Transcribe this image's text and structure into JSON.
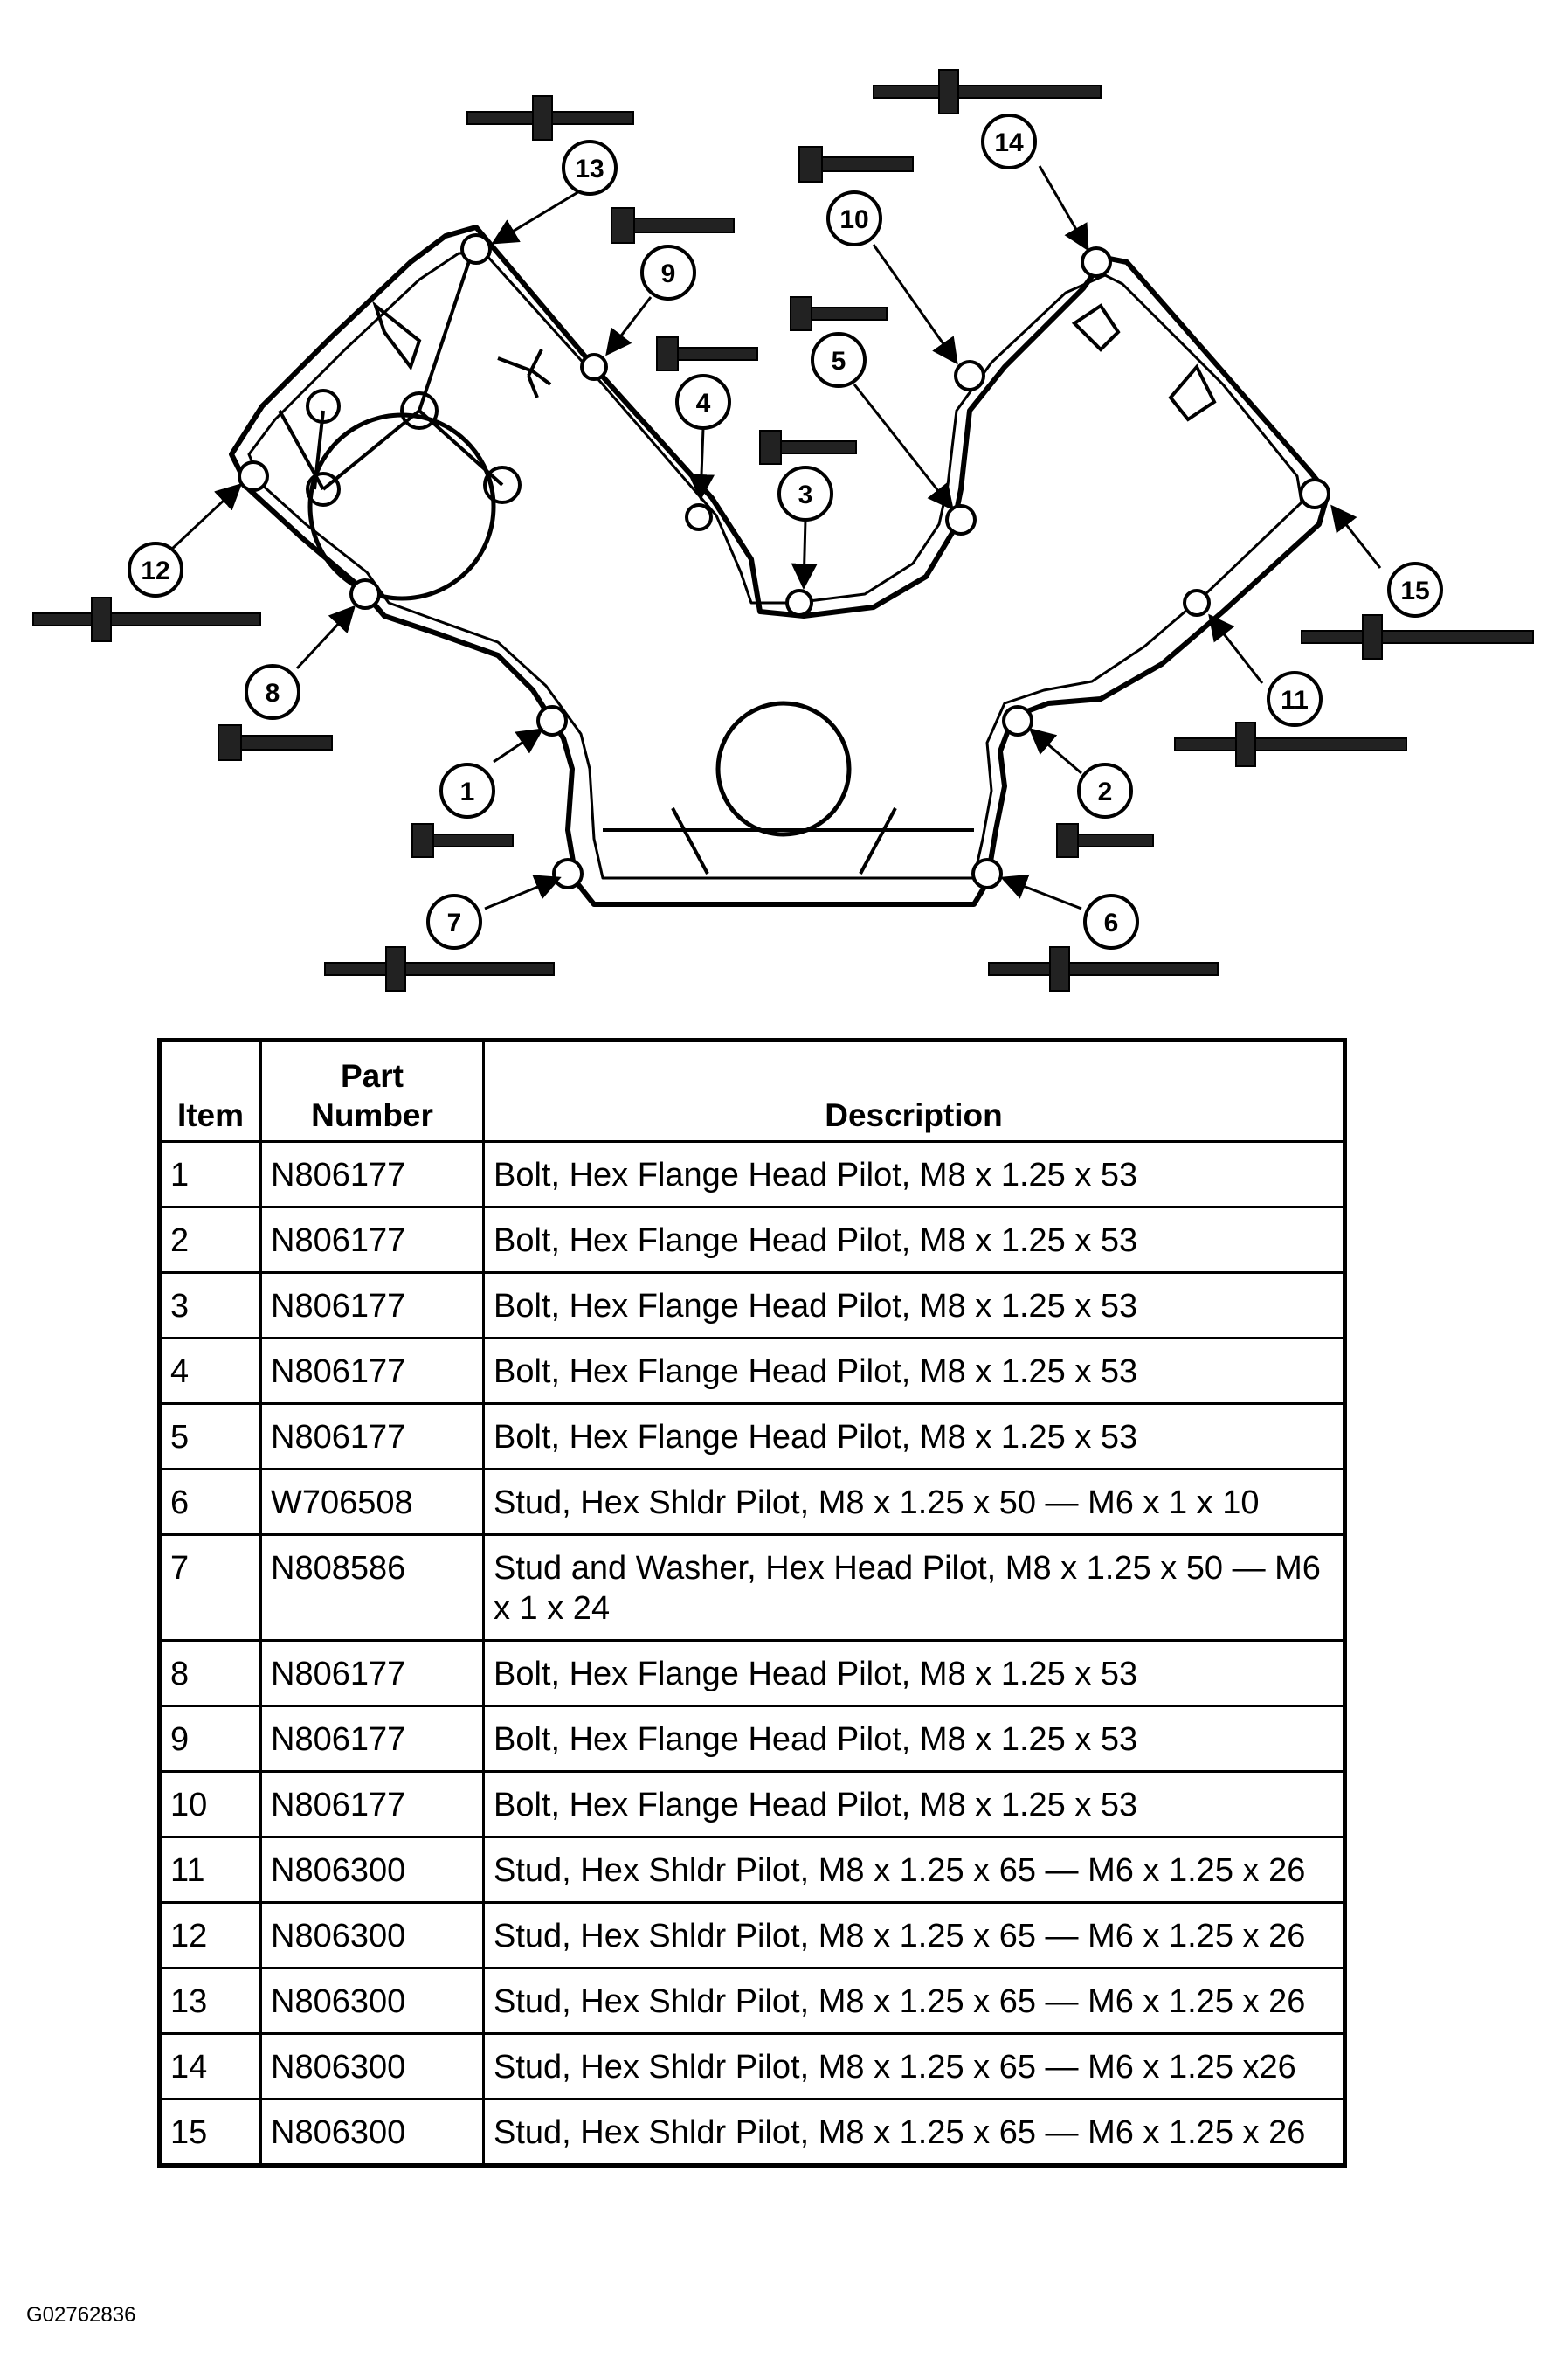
{
  "diagram": {
    "callouts": [
      "1",
      "2",
      "3",
      "4",
      "5",
      "6",
      "7",
      "8",
      "9",
      "10",
      "11",
      "12",
      "13",
      "14",
      "15"
    ]
  },
  "table": {
    "headers": {
      "item": "Item",
      "part_line1": "Part",
      "part_line2": "Number",
      "description": "Description"
    },
    "rows": [
      {
        "item": "1",
        "part": "N806177",
        "description": "Bolt, Hex Flange Head Pilot, M8 x 1.25 x 53"
      },
      {
        "item": "2",
        "part": "N806177",
        "description": "Bolt, Hex Flange Head Pilot, M8 x 1.25 x 53"
      },
      {
        "item": "3",
        "part": "N806177",
        "description": "Bolt, Hex Flange Head Pilot, M8 x 1.25 x 53"
      },
      {
        "item": "4",
        "part": "N806177",
        "description": "Bolt, Hex Flange Head Pilot, M8 x 1.25 x 53"
      },
      {
        "item": "5",
        "part": "N806177",
        "description": "Bolt, Hex Flange Head Pilot, M8 x 1.25 x 53"
      },
      {
        "item": "6",
        "part": "W706508",
        "description": "Stud, Hex Shldr Pilot, M8 x 1.25 x 50 — M6 x 1 x 10"
      },
      {
        "item": "7",
        "part": "N808586",
        "description": "Stud and Washer, Hex Head Pilot, M8 x 1.25 x 50 — M6 x 1 x 24"
      },
      {
        "item": "8",
        "part": "N806177",
        "description": "Bolt, Hex Flange Head Pilot, M8 x 1.25 x 53"
      },
      {
        "item": "9",
        "part": "N806177",
        "description": "Bolt, Hex Flange Head Pilot, M8 x 1.25 x 53"
      },
      {
        "item": "10",
        "part": "N806177",
        "description": "Bolt, Hex Flange Head Pilot, M8 x 1.25 x 53"
      },
      {
        "item": "11",
        "part": "N806300",
        "description": "Stud, Hex Shldr Pilot, M8 x 1.25 x 65 — M6 x 1.25 x 26"
      },
      {
        "item": "12",
        "part": "N806300",
        "description": "Stud, Hex Shldr Pilot, M8 x 1.25 x 65 — M6 x 1.25 x 26"
      },
      {
        "item": "13",
        "part": "N806300",
        "description": "Stud, Hex Shldr Pilot, M8 x 1.25 x 65 — M6 x 1.25 x 26"
      },
      {
        "item": "14",
        "part": "N806300",
        "description": "Stud, Hex Shldr Pilot, M8 x 1.25 x 65 — M6 x 1.25 x26"
      },
      {
        "item": "15",
        "part": "N806300",
        "description": "Stud, Hex Shldr Pilot, M8 x 1.25 x 65 — M6 x 1.25 x 26"
      }
    ]
  },
  "figure_id": "G02762836"
}
